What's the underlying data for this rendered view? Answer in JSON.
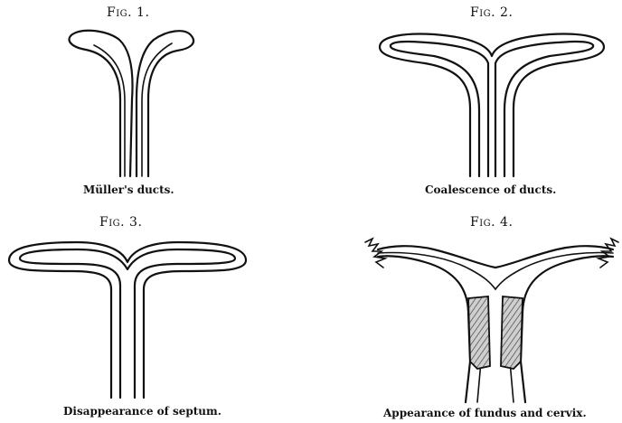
{
  "figures": [
    {
      "title": "Fig. 1.",
      "caption": "Müller's ducts."
    },
    {
      "title": "Fig. 2.",
      "caption": "Coalescence of ducts."
    },
    {
      "title": "Fig. 3.",
      "caption": "Disappearance of septum."
    },
    {
      "title": "Fig. 4.",
      "caption": "Appearance of fundus and cervix."
    }
  ]
}
